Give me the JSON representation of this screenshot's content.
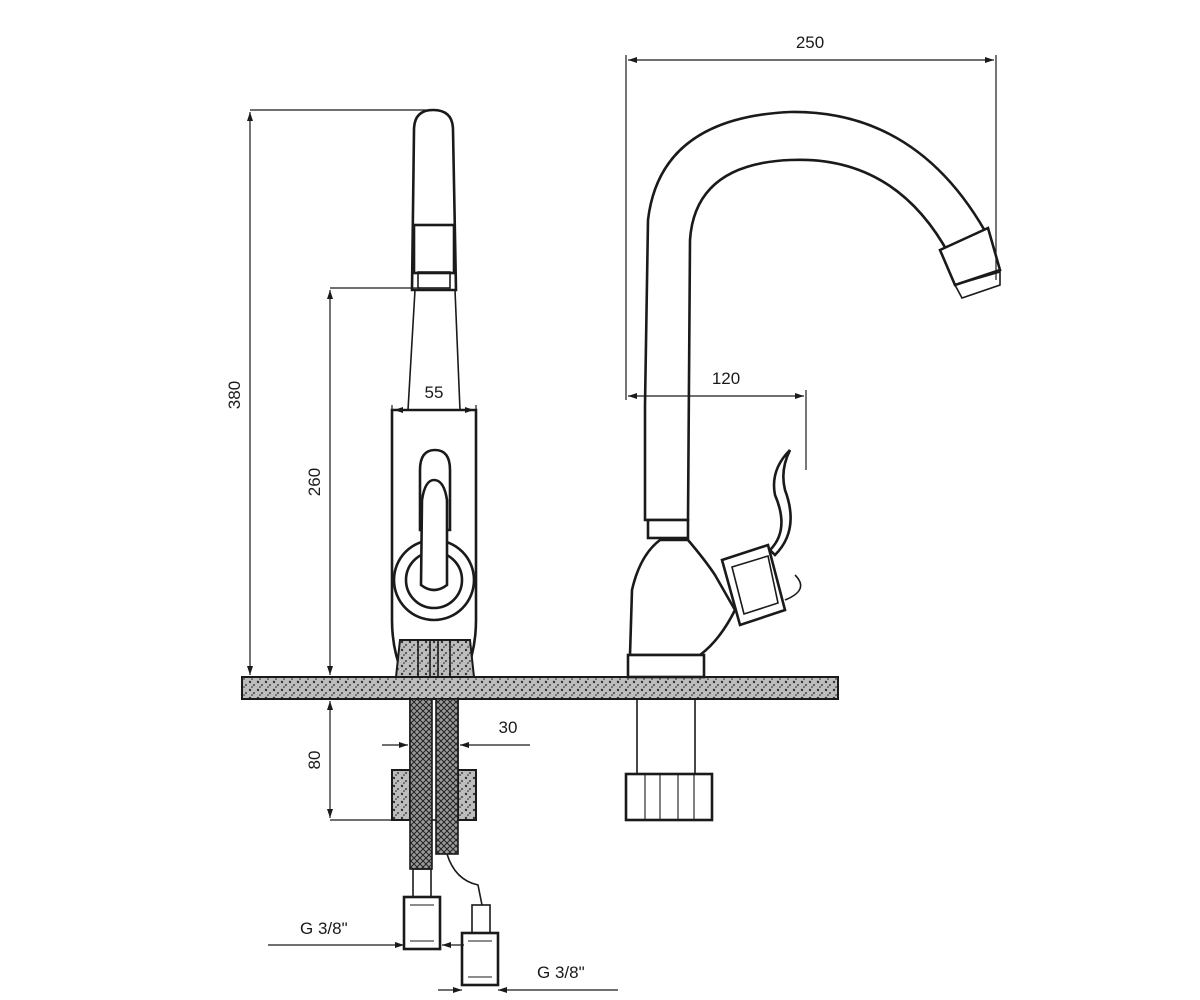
{
  "dimensions": {
    "overall_width": "250",
    "overall_height": "380",
    "spout_height": "260",
    "body_width": "55",
    "lever_reach": "120",
    "below_deck": "80",
    "shank_diameter": "30",
    "thread_left": "G 3/8\"",
    "thread_right": "G 3/8\""
  },
  "colors": {
    "line": "#1a1a1a",
    "background": "#ffffff"
  }
}
